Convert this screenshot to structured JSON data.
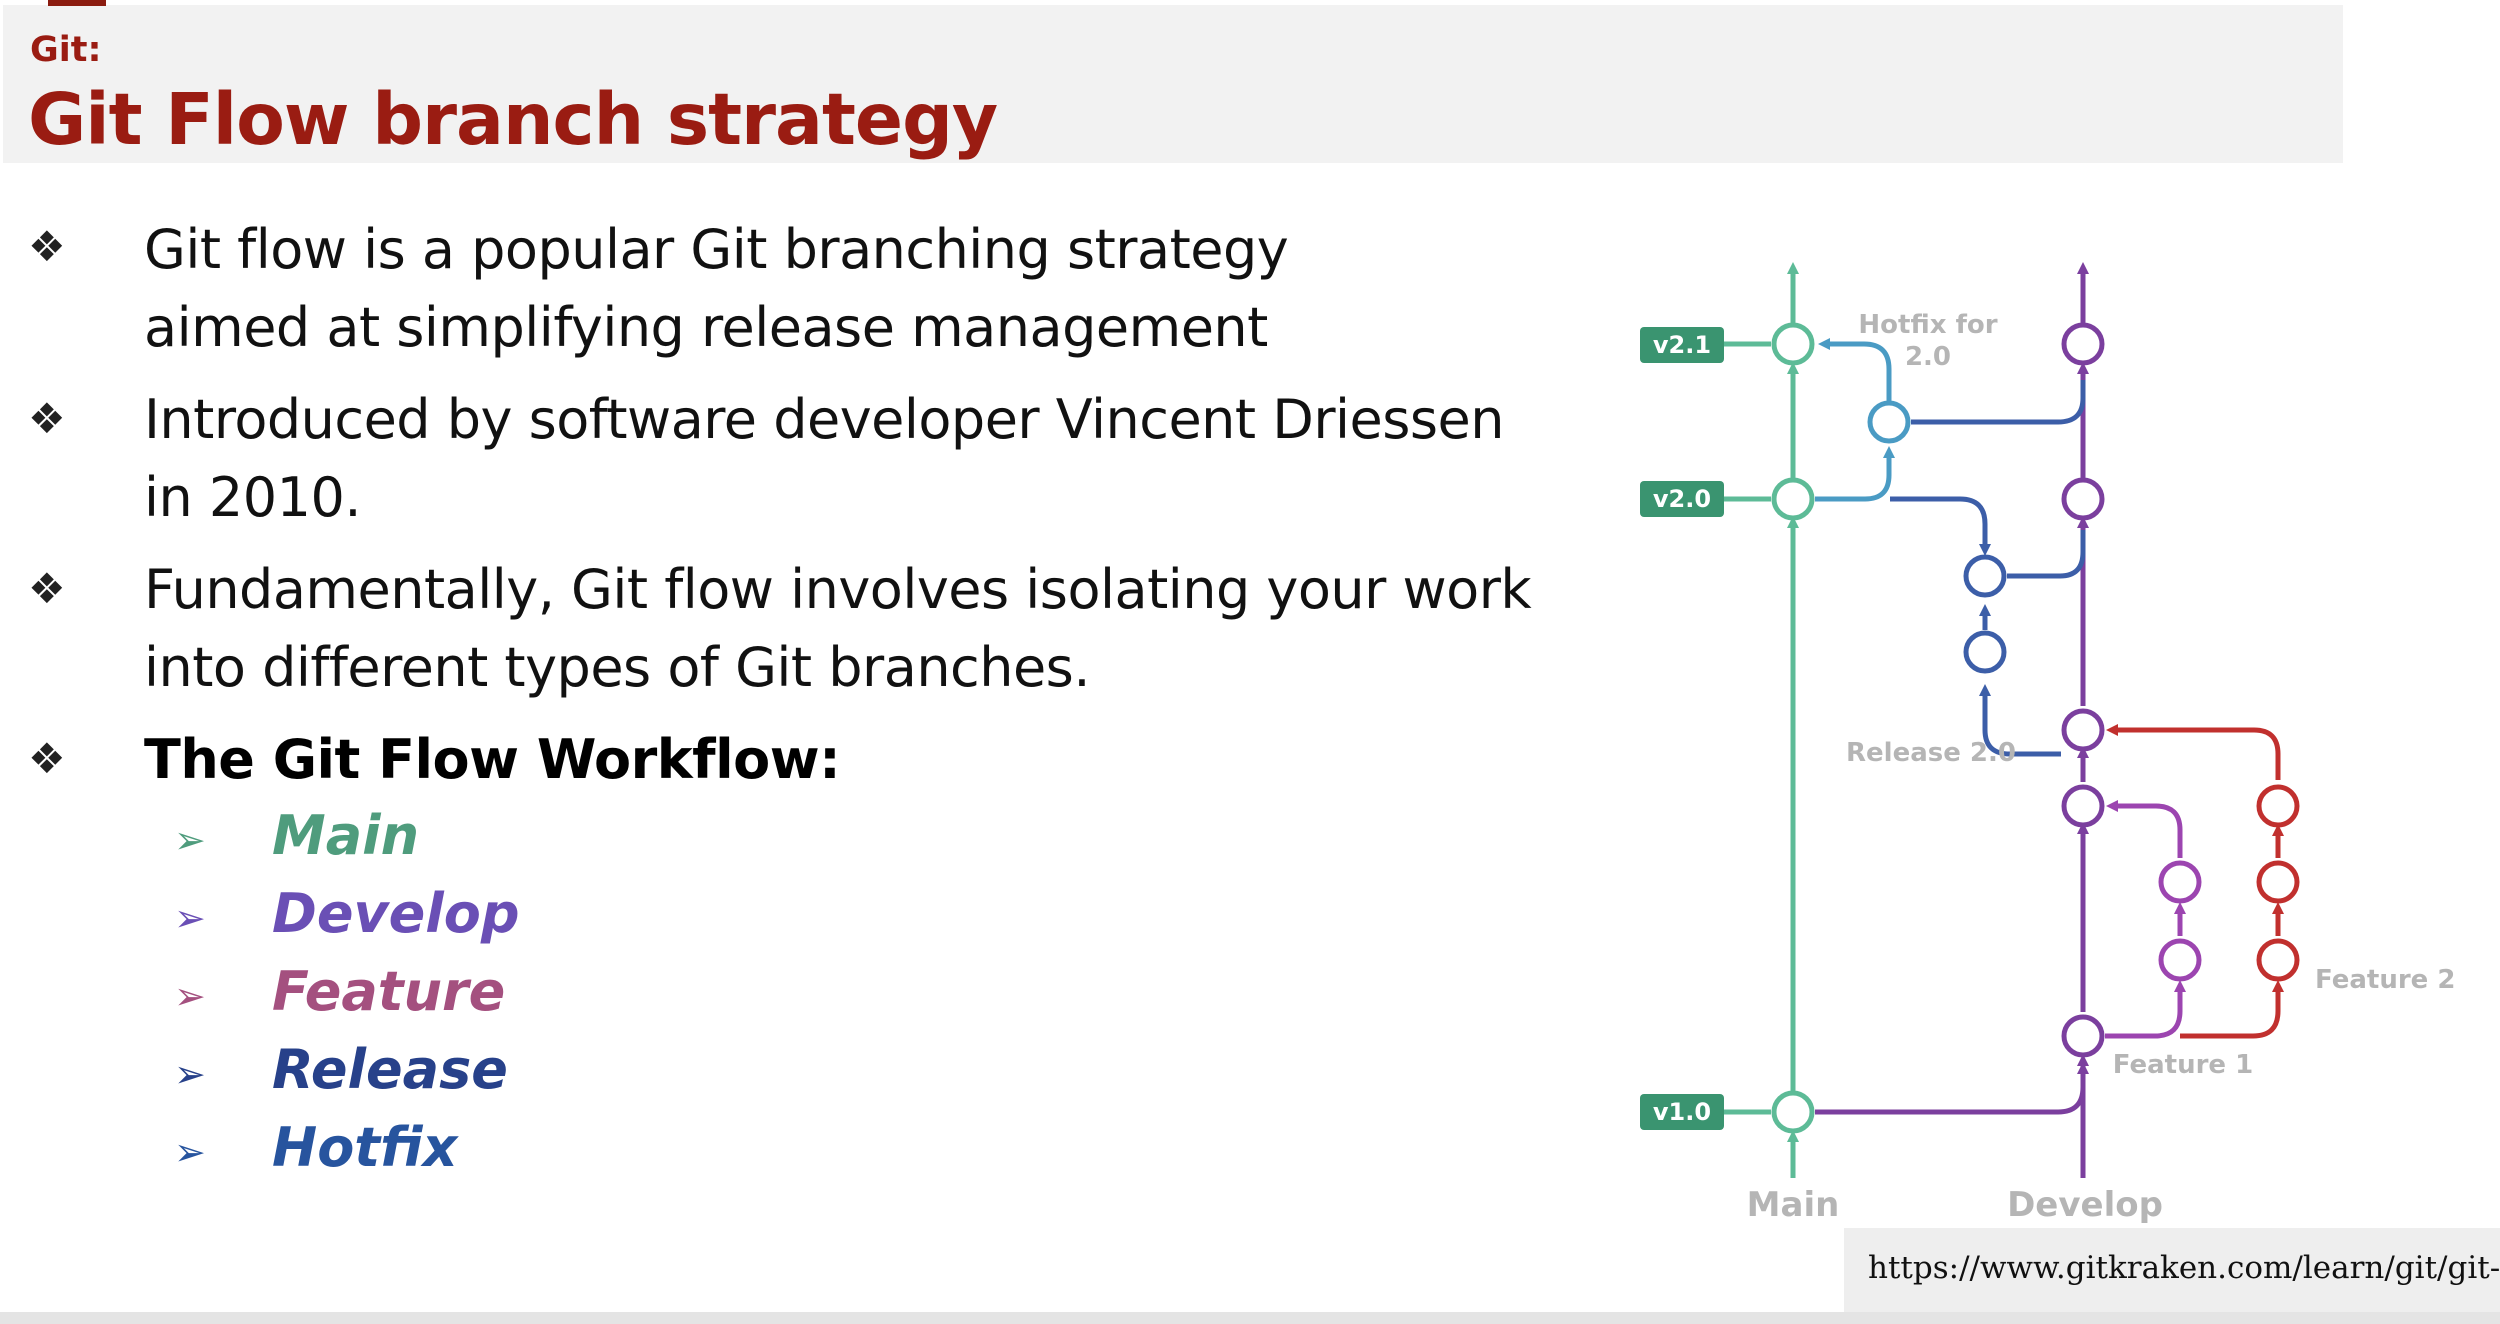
{
  "slide": {
    "kicker": "Git:",
    "title": "Git Flow branch strategy"
  },
  "bullets": [
    {
      "glyph": "❖",
      "lines": [
        "Git flow is a popular Git branching strategy",
        "aimed at simplifying release management"
      ]
    },
    {
      "glyph": "❖",
      "lines": [
        "Introduced by software developer Vincent Driessen",
        "in 2010."
      ]
    },
    {
      "glyph": "❖",
      "lines": [
        "Fundamentally, Git flow involves isolating your work",
        "into different types of Git branches."
      ]
    },
    {
      "glyph": "❖",
      "lines": [
        "The Git Flow Workflow:"
      ]
    }
  ],
  "workflow": [
    {
      "arrow": "➢",
      "label": "Main",
      "color": "#4f9c7d"
    },
    {
      "arrow": "➢",
      "label": "Develop",
      "color": "#6a4fb5"
    },
    {
      "arrow": "➢",
      "label": "Feature",
      "color": "#a4507f"
    },
    {
      "arrow": "➢",
      "label": "Release",
      "color": "#27418a"
    },
    {
      "arrow": "➢",
      "label": "Hotfix",
      "color": "#27549e"
    }
  ],
  "diagram": {
    "tags": [
      "v2.1",
      "v2.0",
      "v1.0"
    ],
    "labels": {
      "hotfix_line1": "Hotfix for",
      "hotfix_line2": "2.0",
      "release": "Release 2.0",
      "feature1": "Feature 1",
      "feature2": "Feature 2",
      "main": "Main",
      "develop": "Develop"
    },
    "colors": {
      "main": "#5dbb97",
      "develop": "#7b3f9e",
      "release": "#3c5ea8",
      "hotfix": "#4a9bc4",
      "feature1": "#9c45b0",
      "feature2": "#c1302e",
      "tag_bg": "#3a9470",
      "label_gray": "#b5b5b5"
    }
  },
  "source": {
    "url": "https://www.gitkraken.com/learn/git/git-flow"
  }
}
